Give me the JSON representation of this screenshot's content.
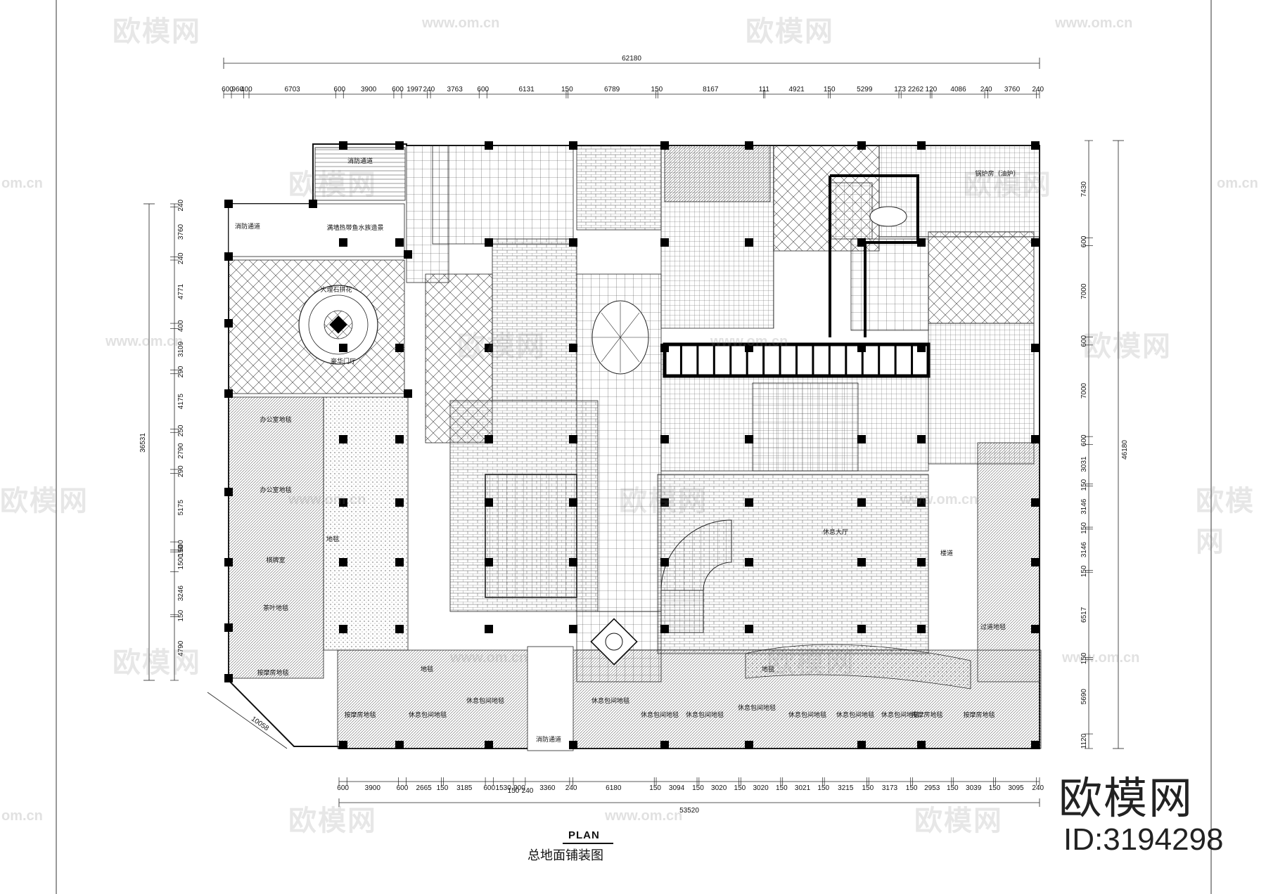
{
  "title": {
    "plan": "PLAN",
    "cn": "总地面铺装图"
  },
  "brand": {
    "name": "欧模网",
    "id": "ID:3194298"
  },
  "watermark": {
    "logo": "欧模网",
    "url": "www.om.cn",
    "url_short": "om.cn"
  },
  "dimensions": {
    "overall_top": "62180",
    "overall_bottom": "53520",
    "overall_right": "46180",
    "overall_left": "36531",
    "diagonal": "10058",
    "top": [
      "600",
      "960",
      "400",
      "6703",
      "600",
      "3900",
      "600",
      "1997",
      "240",
      "3763",
      "600",
      "6131",
      "150",
      "6789",
      "150",
      "8167",
      "111",
      "4921",
      "150",
      "5299",
      "173",
      "2262",
      "120",
      "4086",
      "240",
      "3760",
      "240"
    ],
    "bottom": [
      "600",
      "3900",
      "600",
      "2665",
      "150",
      "3185",
      "600",
      "1530",
      "900",
      "3360",
      "240",
      "6180",
      "150",
      "3094",
      "150",
      "3020",
      "150",
      "3020",
      "150",
      "3021",
      "150",
      "3215",
      "150",
      "3173",
      "150",
      "2953",
      "150",
      "3039",
      "150",
      "3095",
      "240"
    ],
    "bottom_sub": [
      "150",
      "240"
    ],
    "left": [
      "240",
      "3760",
      "240",
      "4771",
      "400",
      "3109",
      "290",
      "4175",
      "250",
      "2790",
      "290",
      "5175",
      "600",
      "150",
      "1500",
      "3246",
      "150",
      "4790"
    ],
    "right": [
      "7430",
      "600",
      "7000",
      "600",
      "7000",
      "600",
      "3031",
      "150",
      "3146",
      "150",
      "3146",
      "150",
      "6517",
      "150",
      "5690",
      "1120"
    ]
  },
  "rooms": [
    {
      "label": "消防通道"
    },
    {
      "label": "消防通道"
    },
    {
      "label": "满墙热带鱼水族造景"
    },
    {
      "label": "大理石拼花"
    },
    {
      "label": "豪华门厅"
    },
    {
      "label": "办公室地毯"
    },
    {
      "label": "办公室地毯"
    },
    {
      "label": "棋牌室"
    },
    {
      "label": "茶叶地毯"
    },
    {
      "label": "按摩房地毯"
    },
    {
      "label": "按摩房地毯"
    },
    {
      "label": "休息包间地毯"
    },
    {
      "label": "休息包间地毯"
    },
    {
      "label": "休息包间地毯"
    },
    {
      "label": "休息包间地毯"
    },
    {
      "label": "休息包间地毯"
    },
    {
      "label": "休息包间地毯"
    },
    {
      "label": "休息包间地毯"
    },
    {
      "label": "休息包间地毯"
    },
    {
      "label": "休息包间地毯"
    },
    {
      "label": "按摩房地毯"
    },
    {
      "label": "按摩房地毯"
    },
    {
      "label": "休息大厅"
    },
    {
      "label": "锅炉房（油炉）"
    },
    {
      "label": "地毯"
    },
    {
      "label": "地毯"
    },
    {
      "label": "地毯"
    },
    {
      "label": "过道地毯"
    },
    {
      "label": "消防通道"
    },
    {
      "label": "楼道"
    }
  ],
  "colors": {
    "line": "#111111",
    "column": "#000000",
    "hatch": "#555555",
    "watermark": "#9a9a9a"
  }
}
